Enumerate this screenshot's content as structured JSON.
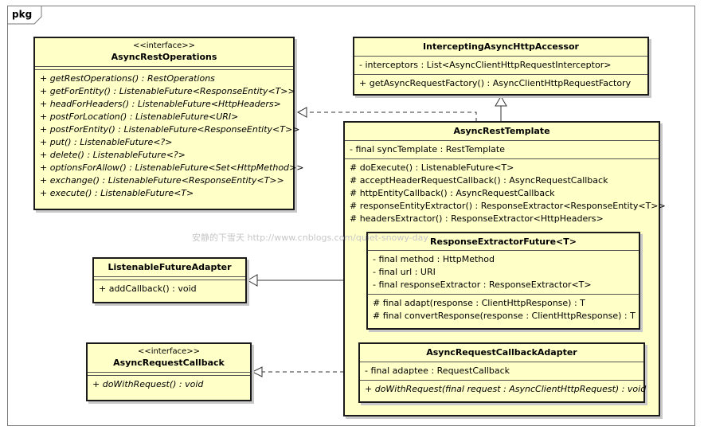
{
  "package": {
    "label": "pkg"
  },
  "watermark": "安静的下雪天   http://www.cnblogs.com/quiet-snowy-day",
  "classes": {
    "async_rest_operations": {
      "stereotype": "<<interface>>",
      "name": "AsyncRestOperations",
      "methods": [
        "+ getRestOperations() : RestOperations",
        "+ getForEntity() : ListenableFuture<ResponseEntity<T>>",
        "+ headForHeaders() : ListenableFuture<HttpHeaders>",
        "+ postForLocation() : ListenableFuture<URI>",
        "+ postForEntity() : ListenableFuture<ResponseEntity<T>>",
        "+ put() : ListenableFuture<?>",
        "+ delete() : ListenableFuture<?>",
        "+ optionsForAllow() : ListenableFuture<Set<HttpMethod>>",
        "+ exchange() : ListenableFuture<ResponseEntity<T>>",
        "+ execute() : ListenableFuture<T>"
      ]
    },
    "intercepting_accessor": {
      "name": "InterceptingAsyncHttpAccessor",
      "attributes": [
        "- interceptors : List<AsyncClientHttpRequestInterceptor>"
      ],
      "methods": [
        "+ getAsyncRequestFactory() : AsyncClientHttpRequestFactory"
      ]
    },
    "async_rest_template": {
      "name": "AsyncRestTemplate",
      "attributes": [
        "- final syncTemplate : RestTemplate"
      ],
      "methods": [
        "# doExecute() : ListenableFuture<T>",
        "# acceptHeaderRequestCallback() : AsyncRequestCallback",
        "# httpEntityCallback() : AsyncRequestCallback",
        "# responseEntityExtractor() : ResponseExtractor<ResponseEntity<T>>",
        "# headersExtractor() : ResponseExtractor<HttpHeaders>"
      ]
    },
    "response_extractor_future": {
      "name": "ResponseExtractorFuture<T>",
      "attributes": [
        "- final  method : HttpMethod",
        "- final  url : URI",
        "- final  responseExtractor : ResponseExtractor<T>"
      ],
      "methods": [
        "# final  adapt(response : ClientHttpResponse) : T",
        "# final convertResponse(response : ClientHttpResponse) : T"
      ]
    },
    "listenable_future_adapter": {
      "name": "ListenableFutureAdapter",
      "methods": [
        "+ addCallback() : void"
      ]
    },
    "async_request_callback": {
      "stereotype": "<<interface>>",
      "name": "AsyncRequestCallback",
      "methods": [
        "+ doWithRequest() : void"
      ]
    },
    "async_request_callback_adapter": {
      "name": "AsyncRequestCallbackAdapter",
      "attributes": [
        "- final  adaptee : RequestCallback"
      ],
      "methods": [
        "+ doWithRequest(final request : AsyncClientHttpRequest) : void"
      ]
    }
  }
}
